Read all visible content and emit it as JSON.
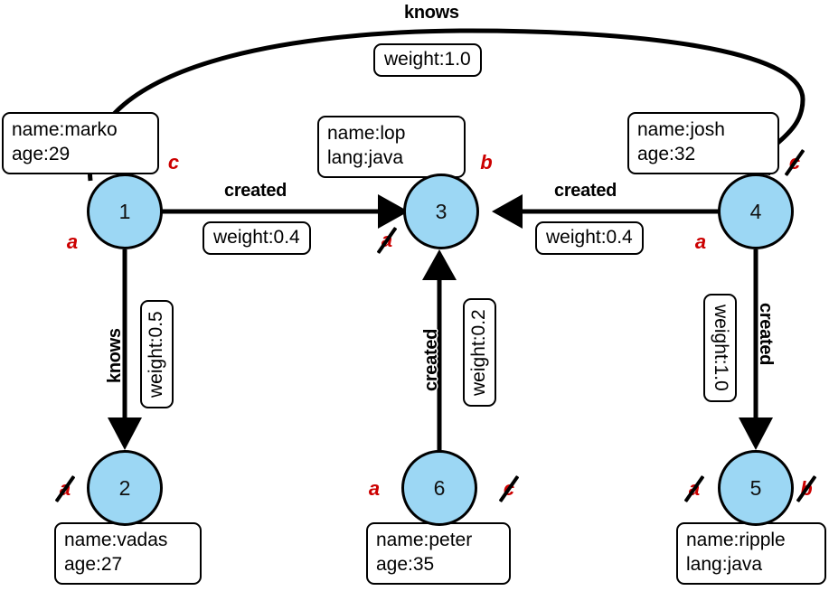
{
  "diagram": {
    "title": "tinkerpop-modern property graph",
    "node_fill": "#9CD7F4",
    "node_stroke": "#000000",
    "marker_color": "#CC0000",
    "background": "#FFFFFF"
  },
  "nodes": [
    {
      "id": "1",
      "label": "1",
      "props": [
        "name:marko",
        "age:29"
      ]
    },
    {
      "id": "2",
      "label": "2",
      "props": [
        "name:vadas",
        "age:27"
      ]
    },
    {
      "id": "3",
      "label": "3",
      "props": [
        "name:lop",
        "lang:java"
      ]
    },
    {
      "id": "4",
      "label": "4",
      "props": [
        "name:josh",
        "age:32"
      ]
    },
    {
      "id": "5",
      "label": "5",
      "props": [
        "name:ripple",
        "lang:java"
      ]
    },
    {
      "id": "6",
      "label": "6",
      "props": [
        "name:peter",
        "age:35"
      ]
    }
  ],
  "edges": [
    {
      "from": "1",
      "to": "4",
      "label": "knows",
      "weight": "weight:1.0"
    },
    {
      "from": "1",
      "to": "3",
      "label": "created",
      "weight": "weight:0.4"
    },
    {
      "from": "4",
      "to": "3",
      "label": "created",
      "weight": "weight:0.4"
    },
    {
      "from": "1",
      "to": "2",
      "label": "knows",
      "weight": "weight:0.5"
    },
    {
      "from": "6",
      "to": "3",
      "label": "created",
      "weight": "weight:0.2"
    },
    {
      "from": "4",
      "to": "5",
      "label": "created",
      "weight": "weight:1.0"
    }
  ],
  "markers": [
    {
      "near": "1",
      "letter": "c",
      "struck": false
    },
    {
      "near": "1",
      "letter": "a",
      "struck": false
    },
    {
      "near": "3",
      "letter": "b",
      "struck": false
    },
    {
      "near": "3",
      "letter": "a",
      "struck": true
    },
    {
      "near": "4",
      "letter": "c",
      "struck": true
    },
    {
      "near": "4",
      "letter": "a",
      "struck": false
    },
    {
      "near": "2",
      "letter": "a",
      "struck": true
    },
    {
      "near": "6",
      "letter": "a",
      "struck": false
    },
    {
      "near": "6",
      "letter": "c",
      "struck": true
    },
    {
      "near": "5",
      "letter": "a",
      "struck": true
    },
    {
      "near": "5",
      "letter": "b",
      "struck": true
    }
  ]
}
